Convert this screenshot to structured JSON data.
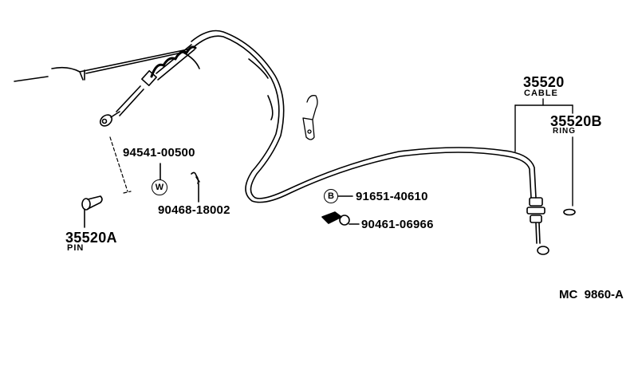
{
  "diagram": {
    "code": "MC  9860-A",
    "parts": [
      {
        "part_number": "35520",
        "name": "CABLE"
      },
      {
        "part_number": "35520B",
        "name": "RING"
      },
      {
        "part_number": "35520A",
        "name": "PIN"
      },
      {
        "part_number": "94541-00500",
        "symbol": "W"
      },
      {
        "part_number": "90468-18002"
      },
      {
        "part_number": "91651-40610",
        "symbol": "B"
      },
      {
        "part_number": "90461-06966"
      }
    ]
  }
}
